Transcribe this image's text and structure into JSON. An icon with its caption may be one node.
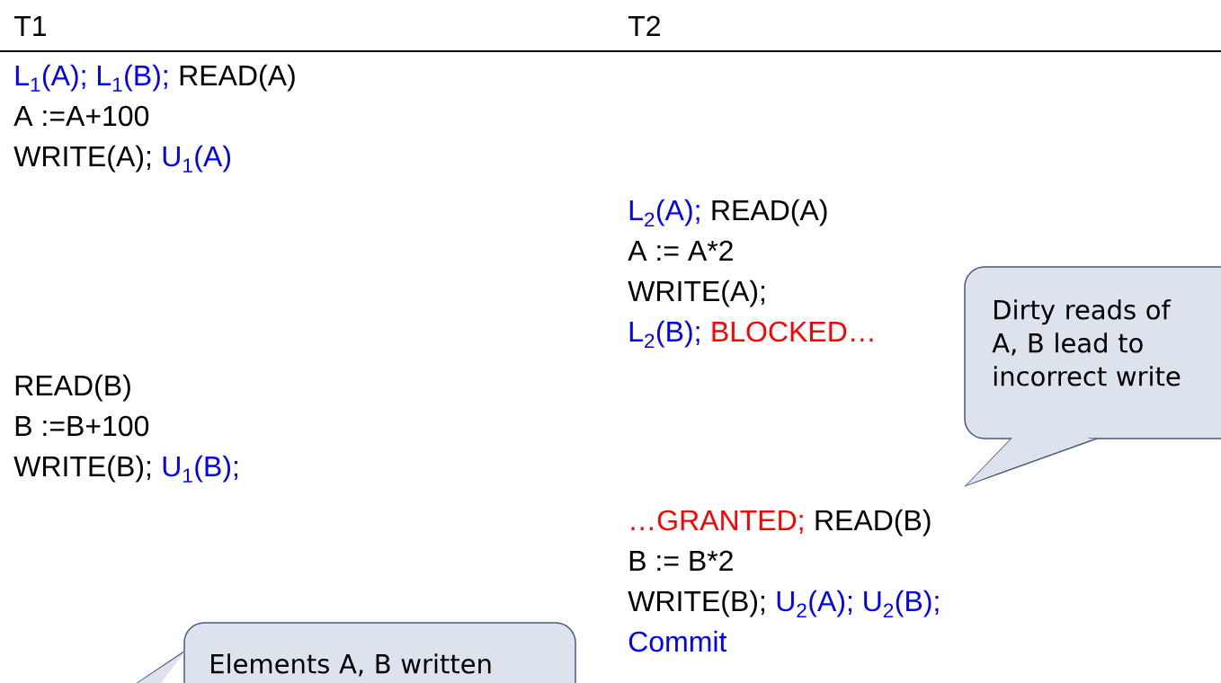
{
  "diagram": {
    "nodes": [
      {
        "text": [
          "Dirty reads of A, B lead to incorrect write"
        ]
      },
      {
        "text": [
          "Elements A, B written"
        ]
      }
    ],
    "labels": [
      "T1",
      "T2",
      "L$_{1}$(A); L$_{1}$(B);",
      "READ(A)",
      "A :=A+100",
      "WRITE(A);",
      "U$_{1}$(A)",
      "L$_{2}$(A);",
      "READ(A)",
      "A := A*2",
      "WRITE(A);",
      "L$_{2}$(B);",
      "BLOCKED…",
      "READ(B)",
      "B :=B+100",
      "WRITE(B);",
      "U$_{1}$(B);",
      "…GRANTED;",
      "READ(B)",
      "B := B*2",
      "WRITE(B);",
      "U$_{2}$(A); U$_{2}$(B);",
      "Commit"
    ]
  }
}
